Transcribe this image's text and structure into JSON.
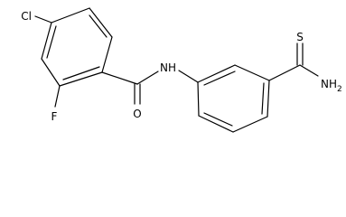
{
  "molecule": {
    "atoms": {
      "cl": "Cl",
      "f": "F",
      "o": "O",
      "nh": "NH",
      "s": "S",
      "nh2": "NH",
      "nh2_sub": "2"
    }
  }
}
